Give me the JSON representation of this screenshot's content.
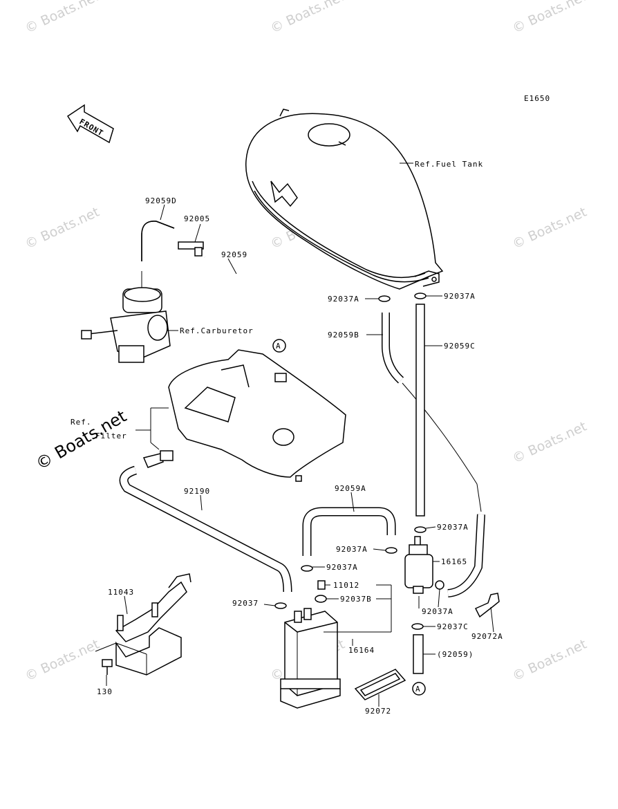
{
  "diagram": {
    "code": "E1650",
    "front_label": "FRONT",
    "watermark": "© Boats.net",
    "connector": "A",
    "labels": {
      "ref_fuel_tank": "Ref.Fuel Tank",
      "ref_carburetor": "Ref.Carburetor",
      "ref": "Ref.",
      "filter": "Filter",
      "p92059D": "92059D",
      "p92005": "92005",
      "p92059": "92059",
      "p92037A_l": "92037A",
      "p92037A_r": "92037A",
      "p92059B": "92059B",
      "p92059C": "92059C",
      "p92190": "92190",
      "p92059A": "92059A",
      "p92037A_m1": "92037A",
      "p92037A_m2": "92037A",
      "p92037A_m3": "92037A",
      "p16165": "16165",
      "p11012": "11012",
      "p92037B": "92037B",
      "p92037": "92037",
      "p16164": "16164",
      "p92037A_lo": "92037A",
      "p92037C": "92037C",
      "p92072A": "92072A",
      "p92059_paren": "(92059)",
      "p92072": "92072",
      "p11043": "11043",
      "p130": "130"
    }
  }
}
